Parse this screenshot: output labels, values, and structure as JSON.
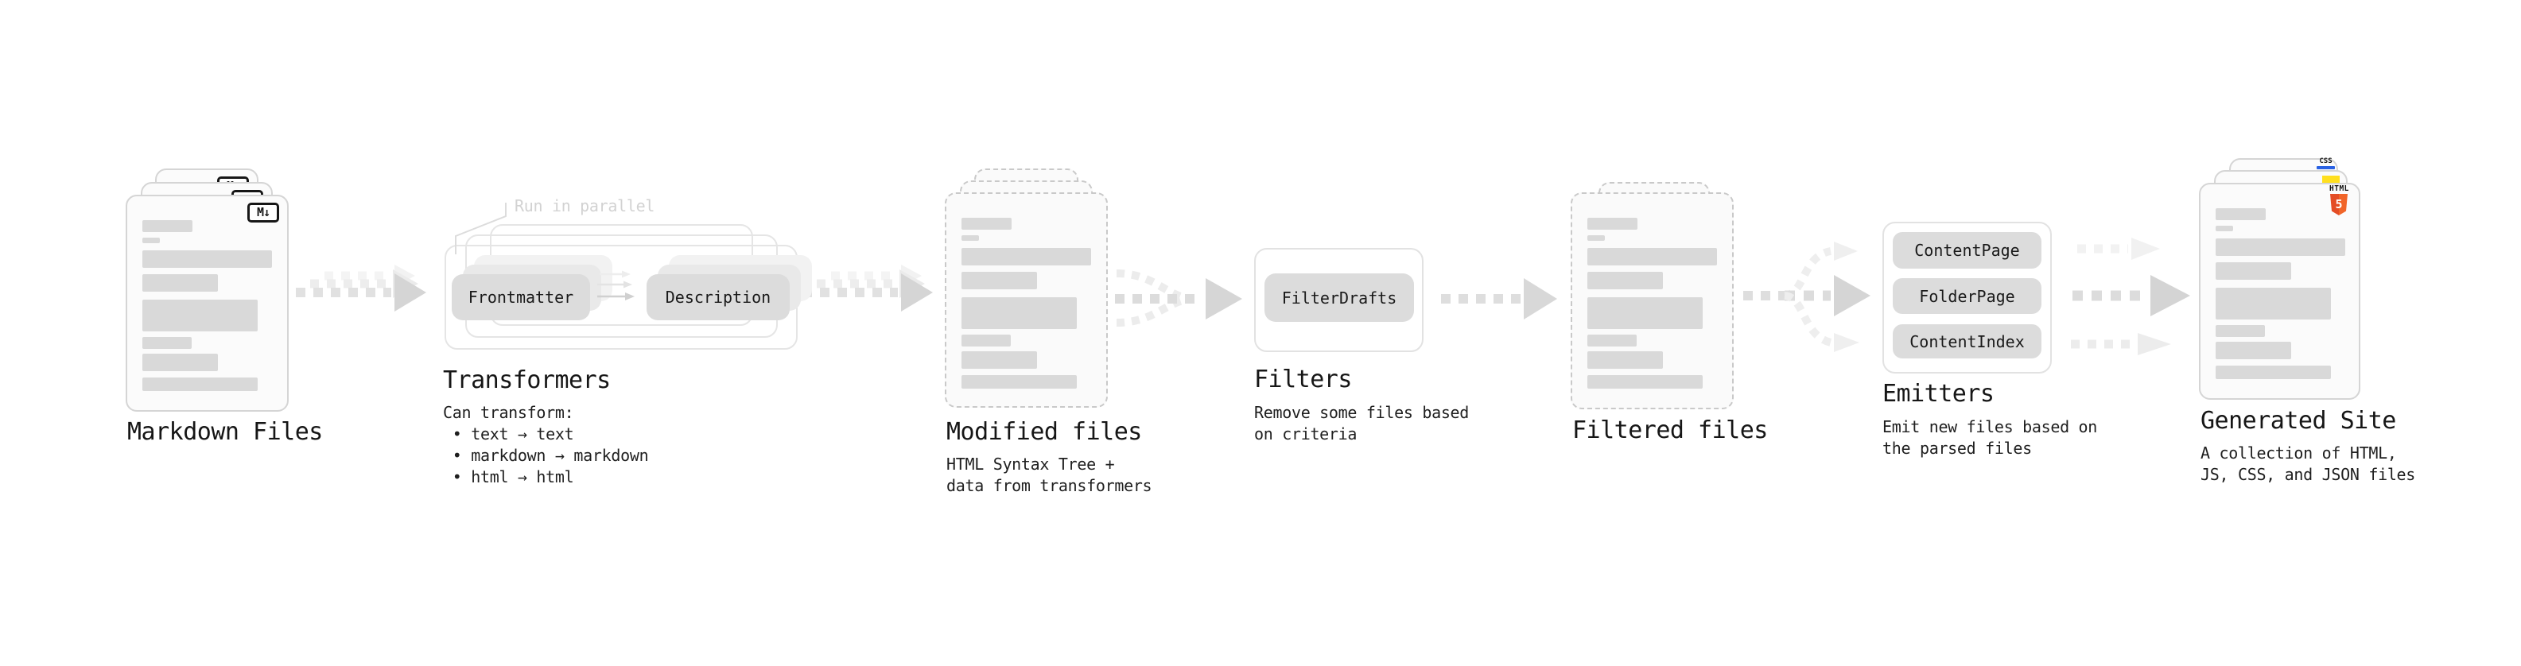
{
  "stages": {
    "markdown": {
      "title": "Markdown Files",
      "badge": "M↓"
    },
    "transformers": {
      "title": "Transformers",
      "note": "Run in parallel",
      "description": "Can transform:\n • text → text\n • markdown → markdown\n • html → html",
      "buttons": {
        "frontmatter": "Frontmatter",
        "description": "Description"
      }
    },
    "modified": {
      "title": "Modified files",
      "description": "HTML Syntax Tree +\ndata from transformers"
    },
    "filters": {
      "title": "Filters",
      "description": "Remove some files based\non criteria",
      "buttons": {
        "filter_drafts": "FilterDrafts"
      }
    },
    "filtered": {
      "title": "Filtered files"
    },
    "emitters": {
      "title": "Emitters",
      "description": "Emit new files based on\nthe parsed files",
      "buttons": {
        "content_page": "ContentPage",
        "folder_page": "FolderPage",
        "content_index": "ContentIndex"
      }
    },
    "generated": {
      "title": "Generated Site",
      "description": "A collection of HTML,\nJS, CSS, and JSON files",
      "badges": {
        "css": "CSS",
        "html_label": "HTML",
        "html_number": "5"
      }
    }
  },
  "colors": {
    "css_accent": "#2961e3",
    "js_accent": "#ffdf1e",
    "html_accent": "#e44d26"
  }
}
